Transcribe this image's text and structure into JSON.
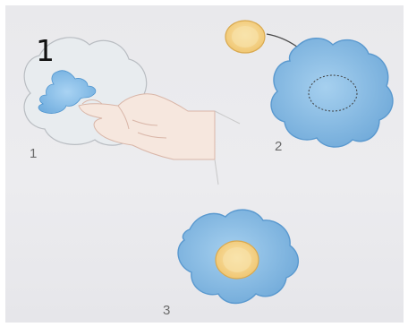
{
  "page": {
    "big_label": "1",
    "steps": [
      {
        "label": "1"
      },
      {
        "label": "2"
      },
      {
        "label": "3"
      }
    ]
  },
  "colors": {
    "background": "#ececef",
    "flower_blue": "#86bde8",
    "flower_blue_dark": "#5f9fd6",
    "yellow_circle": "#f3c86c",
    "yellow_circle_inner": "#f8e2a9",
    "hand_skin": "#f7e6dc",
    "line": "#666666"
  }
}
